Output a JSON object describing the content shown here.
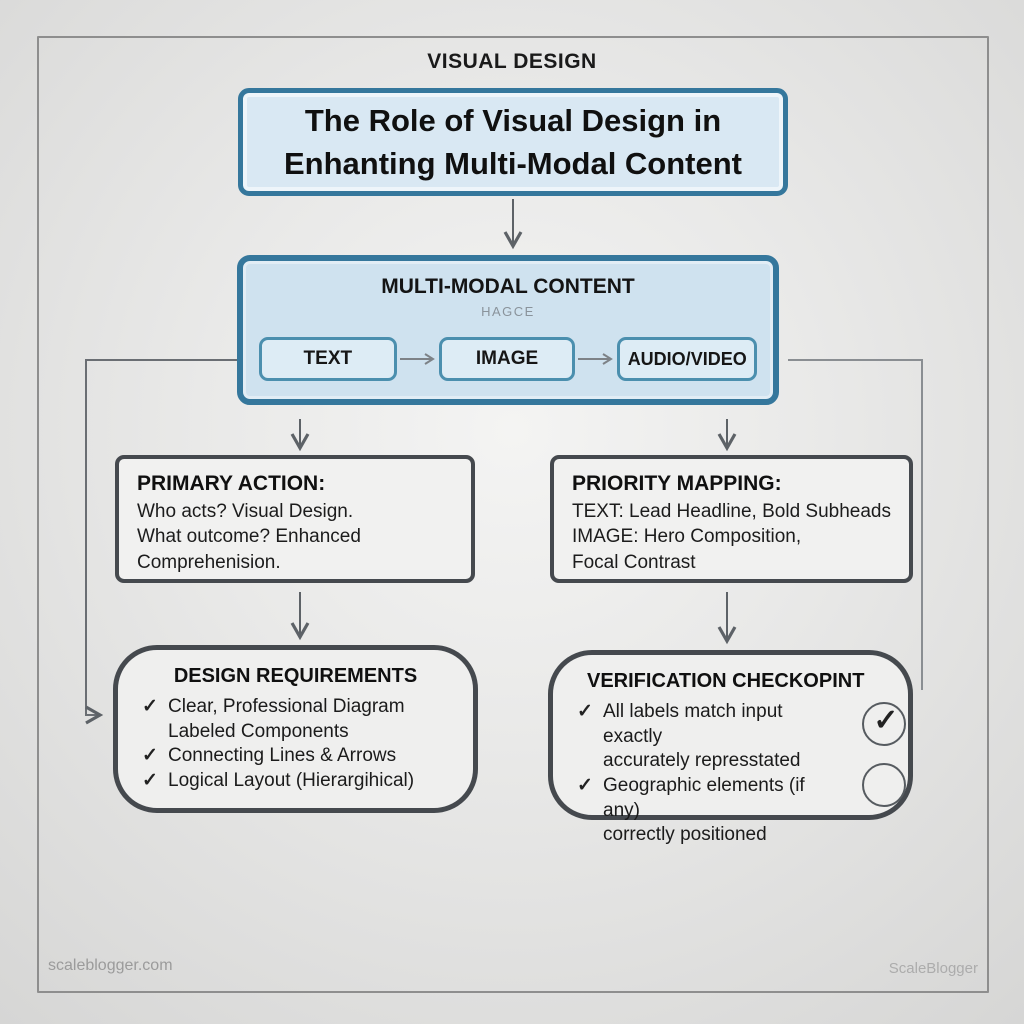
{
  "page": {
    "eyebrow": "VISUAL DESIGN",
    "watermark_left": "scaleblogger.com",
    "watermark_right": "ScaleBlogger"
  },
  "title_box": {
    "text": "The Role of Visual Design in\nEnhanting Multi-Modal Content"
  },
  "content_box": {
    "title": "MULTI-MODAL CONTENT",
    "sublabel": "HAGCE",
    "items": [
      {
        "label": "TEXT"
      },
      {
        "label": "IMAGE"
      },
      {
        "label": "AUDIO/VIDEO"
      }
    ]
  },
  "primary_action": {
    "title": "PRIMARY ACTION:",
    "body": "Who acts? Visual Design.\nWhat outcome? Enhanced\nComprehenision."
  },
  "priority_mapping": {
    "title": "PRIORITY MAPPING:",
    "body": "TEXT: Lead Headline, Bold Subheads\nIMAGE: Hero Composition,\nFocal Contrast"
  },
  "design_requirements": {
    "title": "DESIGN REQUIREMENTS",
    "bullets": [
      {
        "check": "✓",
        "text": "Clear, Professional Diagram\nLabeled Components"
      },
      {
        "check": "✓",
        "text": "Connecting Lines & Arrows"
      },
      {
        "check": "✓",
        "text": "Logical Layout (Hierargihical)"
      }
    ]
  },
  "verification": {
    "title": "VERIFICATION CHECKOPINT",
    "bullets": [
      {
        "check": "✓",
        "text": "All labels match input exactly\naccurately represstated",
        "status": "checked"
      },
      {
        "check": "✓",
        "text": "Geographic elements (if any)\ncorrectly positioned",
        "status": "unchecked"
      }
    ]
  },
  "icons": {
    "checkmark": "✓"
  },
  "colors": {
    "accent_teal_border": "#35779c",
    "title_box_fill": "#d9e8f3",
    "content_box_fill": "#cfe2ef",
    "mini_box_fill": "#ddecf5",
    "dark_box_border": "#45494e",
    "gray_box_fill": "#f1f1f0",
    "connector_gray": "#5d6267",
    "frame_gray": "#8e8e8e"
  }
}
